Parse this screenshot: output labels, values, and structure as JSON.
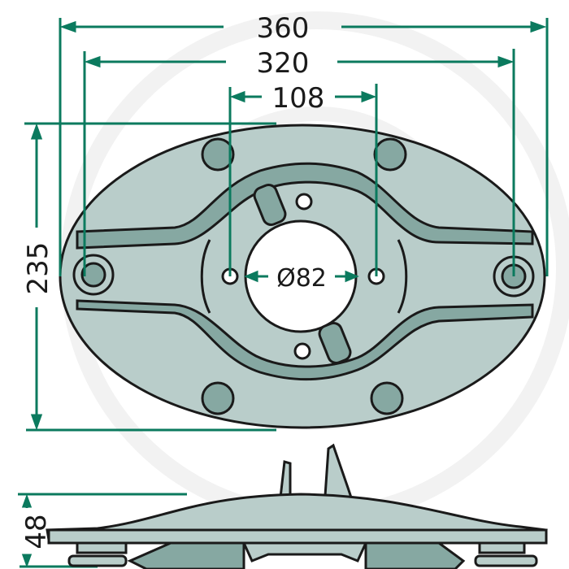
{
  "diagram": {
    "type": "technical drawing - blade holder plate",
    "colors": {
      "dimension_line": "#0b7a5e",
      "plate_fill": "#b9cdca",
      "plate_dark": "#86a8a2",
      "outline": "#1a1a1a",
      "watermark": "#f1f1f1"
    },
    "dimensions": {
      "overall_width": "360",
      "hole_spacing_outer": "320",
      "hole_spacing_inner": "108",
      "height": "235",
      "center_bore": "Ø82",
      "thickness": "48"
    }
  }
}
